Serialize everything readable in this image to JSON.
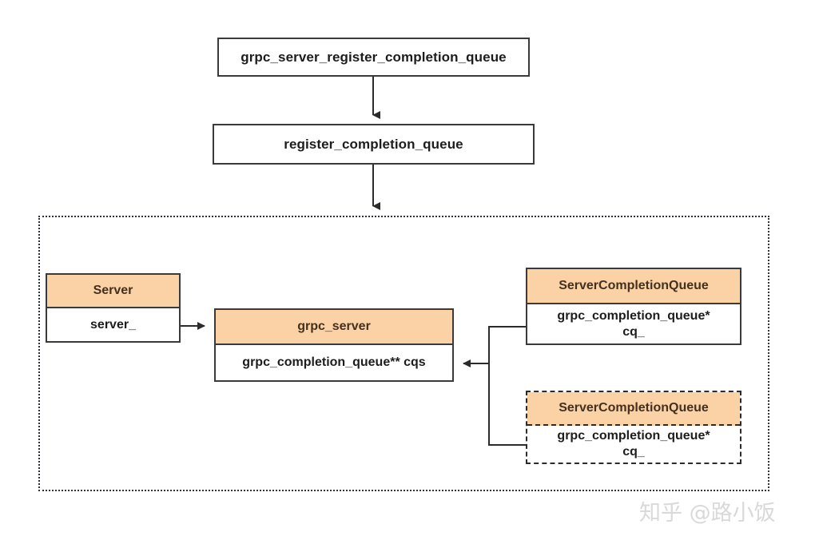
{
  "diagram": {
    "title": "grpc server completion queue registration flow",
    "colors": {
      "class_header_fill": "#fbd2a6",
      "box_border": "#3a3a3a",
      "group_border": "#2e3138",
      "connector": "#2b2b2b",
      "text": "#1d1d1d",
      "header_text": "#43301f",
      "background": "#ffffff",
      "watermark_text": "#d9d9d9"
    },
    "flow_nodes": [
      {
        "id": "grpc_server_register_completion_queue",
        "label": "grpc_server_register_completion_queue"
      },
      {
        "id": "register_completion_queue",
        "label": "register_completion_queue"
      }
    ],
    "group": {
      "name": "registration-scope-group",
      "border_style": "dotted"
    },
    "class_nodes": [
      {
        "id": "server",
        "header": "Server",
        "body": "server_",
        "border_style": "solid"
      },
      {
        "id": "grpc_server",
        "header": "grpc_server",
        "body": "grpc_completion_queue** cqs",
        "border_style": "solid"
      },
      {
        "id": "server_completion_queue_1",
        "header": "ServerCompletionQueue",
        "body": "grpc_completion_queue*\ncq_",
        "body_line1": "grpc_completion_queue*",
        "body_line2": "cq_",
        "border_style": "solid"
      },
      {
        "id": "server_completion_queue_2",
        "header": "ServerCompletionQueue",
        "body": "grpc_completion_queue*\ncq_",
        "body_line1": "grpc_completion_queue*",
        "body_line2": "cq_",
        "border_style": "dashed"
      }
    ],
    "edges": [
      {
        "from": "grpc_server_register_completion_queue",
        "to": "register_completion_queue",
        "style": "solid",
        "arrow": "down"
      },
      {
        "from": "register_completion_queue",
        "to": "registration-scope-group",
        "style": "solid",
        "arrow": "down"
      },
      {
        "from": "server",
        "to": "grpc_server",
        "style": "solid",
        "arrow": "right"
      },
      {
        "from": "server_completion_queue_1",
        "to": "grpc_server",
        "style": "solid",
        "arrow": "left"
      },
      {
        "from": "server_completion_queue_2",
        "to": "grpc_server",
        "style": "solid",
        "arrow": "left"
      }
    ],
    "watermark": "知乎 @路小饭"
  }
}
